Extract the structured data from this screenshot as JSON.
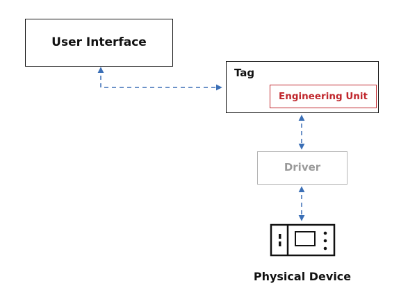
{
  "nodes": {
    "user_interface": "User Interface",
    "tag": "Tag",
    "engineering_unit": "Engineering Unit",
    "driver": "Driver",
    "physical_device": "Physical Device"
  },
  "colors": {
    "connector": "#3b6fb6",
    "engineering_unit": "#c0272d",
    "driver": "#9a9a9a",
    "outline": "#111111"
  }
}
